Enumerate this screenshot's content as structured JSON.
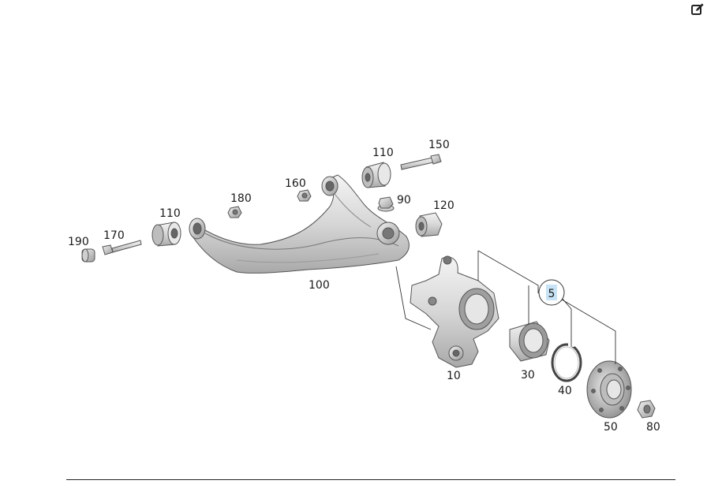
{
  "toolbar": {
    "edit_icon": "edit-icon"
  },
  "diagram": {
    "callout": "5",
    "callout_color": "#c7e3f5",
    "labels": {
      "p190": "190",
      "p170": "170",
      "p110a": "110",
      "p180": "180",
      "p160": "160",
      "p110b": "110",
      "p150": "150",
      "p90": "90",
      "p120": "120",
      "p100": "100",
      "p10": "10",
      "p30": "30",
      "p40": "40",
      "p50": "50",
      "p80": "80"
    }
  }
}
